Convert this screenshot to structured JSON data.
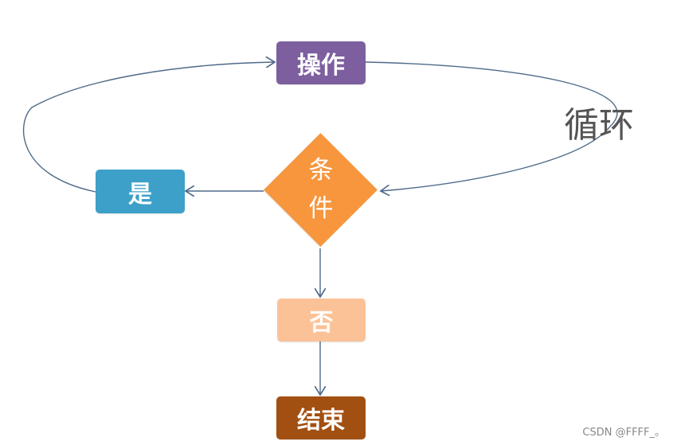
{
  "diagram": {
    "nodes": {
      "operate": "操作",
      "condition_line1": "条",
      "condition_line2": "件",
      "yes": "是",
      "no": "否",
      "end": "结束"
    },
    "loop_label": "循环",
    "watermark": "CSDN @FFFF_。",
    "colors": {
      "operate": "#7d5fa0",
      "condition": "#f7963d",
      "yes": "#3ca0c9",
      "no": "#fcc297",
      "end": "#a24f12",
      "connector": "#4e6a89"
    }
  }
}
